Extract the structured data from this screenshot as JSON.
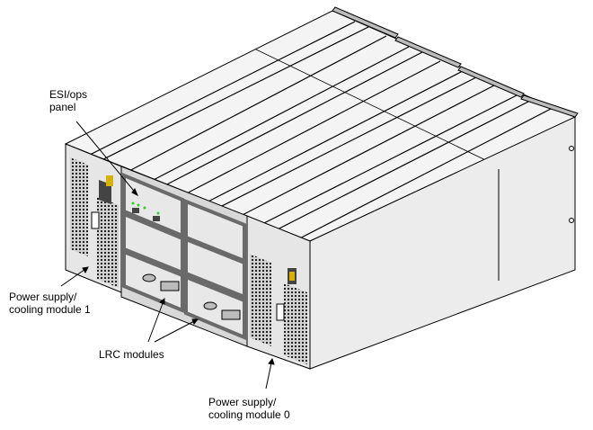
{
  "labels": {
    "esi_ops_panel": "ESI/ops\npanel",
    "psu1": "Power supply/\ncooling module 1",
    "lrc": "LRC modules",
    "psu0": "Power supply/\ncooling module 0"
  },
  "colors": {
    "body": "#e6e6e6",
    "top": "#f4f4f4",
    "frame": "#7a7a7a",
    "led": "#33cc33",
    "display": "#d8b000"
  }
}
